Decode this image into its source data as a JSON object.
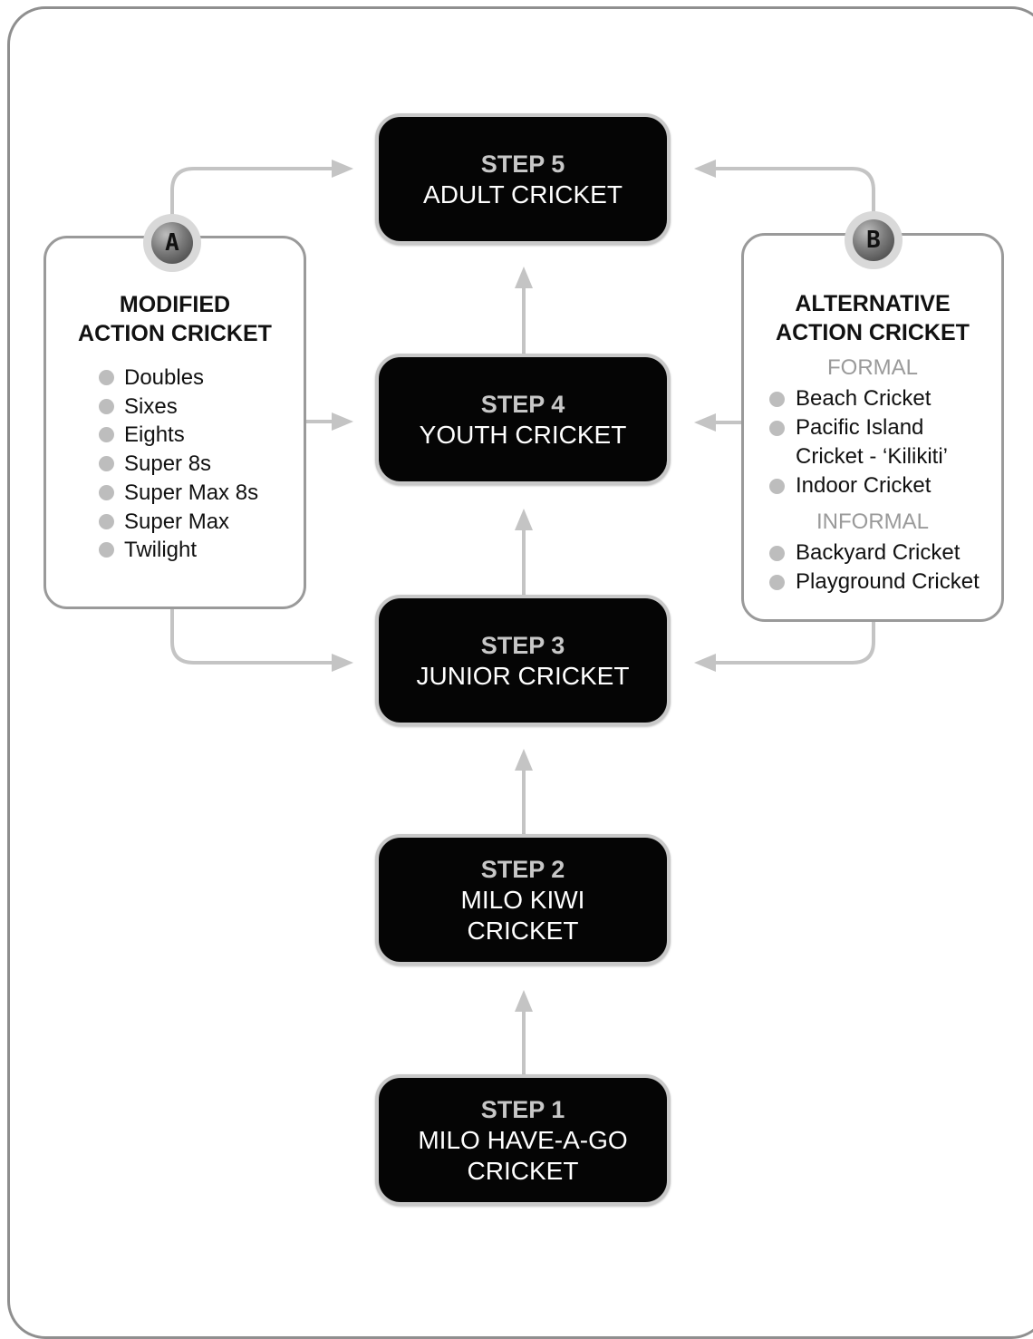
{
  "steps": [
    {
      "num": "STEP 5",
      "name": "ADULT CRICKET"
    },
    {
      "num": "STEP 4",
      "name": "YOUTH CRICKET"
    },
    {
      "num": "STEP 3",
      "name": "JUNIOR CRICKET"
    },
    {
      "num": "STEP 2",
      "name": "MILO KIWI\nCRICKET"
    },
    {
      "num": "STEP 1",
      "name": "MILO HAVE-A-GO\nCRICKET"
    }
  ],
  "panel_a": {
    "badge": "A",
    "title": "MODIFIED\nACTION CRICKET",
    "items": [
      "Doubles",
      "Sixes",
      "Eights",
      "Super 8s",
      "Super Max 8s",
      "Super Max",
      "Twilight"
    ]
  },
  "panel_b": {
    "badge": "B",
    "title": "ALTERNATIVE\nACTION CRICKET",
    "formal_heading": "FORMAL",
    "formal_items": [
      "Beach Cricket",
      "Pacific Island\nCricket - ‘Kilikiti’",
      "Indoor Cricket"
    ],
    "informal_heading": "INFORMAL",
    "informal_items": [
      "Backyard Cricket",
      "Playground Cricket"
    ]
  },
  "colors": {
    "box": "#050505",
    "box_border": "#c9c9c9",
    "arrow": "#c4c4c4",
    "step_number": "#c7c7c7"
  }
}
